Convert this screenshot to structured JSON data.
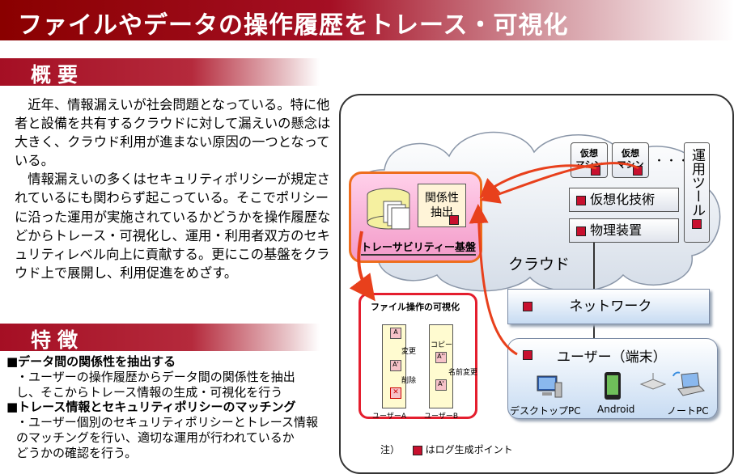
{
  "title": "ファイルやデータの操作履歴をトレース・可視化",
  "overview": {
    "heading": "概要",
    "paragraphs": [
      "近年、情報漏えいが社会問題となっている。特に他者と設備を共有するクラウドに対して漏えいの懸念は大きく、クラウド利用が進まない原因の一つとなっている。",
      "情報漏えいの多くはセキュリティポリシーが規定されているにも関わらず起こっている。そこでポリシーに沿った運用が実施されているかどうかを操作履歴などからトレース・可視化し、運用・利用者双方のセキュリティレベル向上に貢献する。更にこの基盤をクラウド上で展開し、利用促進をめざす。"
    ]
  },
  "features": {
    "heading": "特徴",
    "items": [
      {
        "head": "■データ間の関係性を抽出する",
        "lines": [
          "・ユーザーの操作履歴からデータ間の関係性を抽出",
          "し、そこからトレース情報の生成・可視化を行う"
        ]
      },
      {
        "head": "■トレース情報とセキュリティポリシーのマッチング",
        "lines": [
          "・ユーザー個別のセキュリティポリシーとトレース情報",
          "のマッチングを行い、適切な運用が行われているか",
          "どうかの確認を行う。"
        ]
      }
    ]
  },
  "diagram": {
    "vm1": "仮想\nマシン",
    "vm2": "仮想\nマシン",
    "dots": "・・・",
    "ops_tool": "運用ツール",
    "virtualization": "仮想化技術",
    "physical": "物理装置",
    "cloud_label": "クラウド",
    "relation_extract": "関係性\n抽出",
    "traceability": "トレーサビリティー基盤",
    "network": "ネットワーク",
    "user_terminal": "ユーザー（端末）",
    "devices": [
      "デスクトップPC",
      "Android",
      "ノートPC"
    ],
    "file_viz": {
      "title": "ファイル操作の可視化",
      "ops": [
        "変更",
        "コピー",
        "削除",
        "名前変更"
      ],
      "icons": [
        "A",
        "A'",
        "A",
        "A''",
        "A'"
      ],
      "users": [
        "ユーザーA",
        "ユーザーB"
      ]
    },
    "note_prefix": "注）",
    "note_text": "はログ生成ポイント",
    "colors": {
      "marker": "#c8102e",
      "arrow": "#e8401c",
      "pink": "#f7b7d6",
      "blue_box": "#cfe2f5"
    }
  }
}
